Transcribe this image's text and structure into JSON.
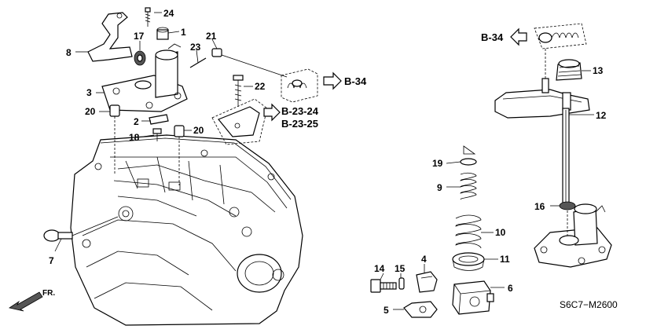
{
  "callouts": [
    {
      "id": "c1",
      "text": "1"
    },
    {
      "id": "c2",
      "text": "2"
    },
    {
      "id": "c3",
      "text": "3"
    },
    {
      "id": "c4",
      "text": "4"
    },
    {
      "id": "c5",
      "text": "5"
    },
    {
      "id": "c6",
      "text": "6"
    },
    {
      "id": "c7",
      "text": "7"
    },
    {
      "id": "c8",
      "text": "8"
    },
    {
      "id": "c9",
      "text": "9"
    },
    {
      "id": "c10",
      "text": "10"
    },
    {
      "id": "c11",
      "text": "11"
    },
    {
      "id": "c12",
      "text": "12"
    },
    {
      "id": "c13",
      "text": "13"
    },
    {
      "id": "c14",
      "text": "14"
    },
    {
      "id": "c15",
      "text": "15"
    },
    {
      "id": "c16",
      "text": "16"
    },
    {
      "id": "c17",
      "text": "17"
    },
    {
      "id": "c18",
      "text": "18"
    },
    {
      "id": "c19",
      "text": "19"
    },
    {
      "id": "c20a",
      "text": "20"
    },
    {
      "id": "c20b",
      "text": "20"
    },
    {
      "id": "c21",
      "text": "21"
    },
    {
      "id": "c22",
      "text": "22"
    },
    {
      "id": "c23",
      "text": "23"
    },
    {
      "id": "c24",
      "text": "24"
    }
  ],
  "references": {
    "b34_top": "B-34",
    "b34_mid": "B-34",
    "b2324": "B-23-24",
    "b2325": "B-23-25"
  },
  "front_marker": "FR.",
  "diagram_code": "S6C7−M2600"
}
